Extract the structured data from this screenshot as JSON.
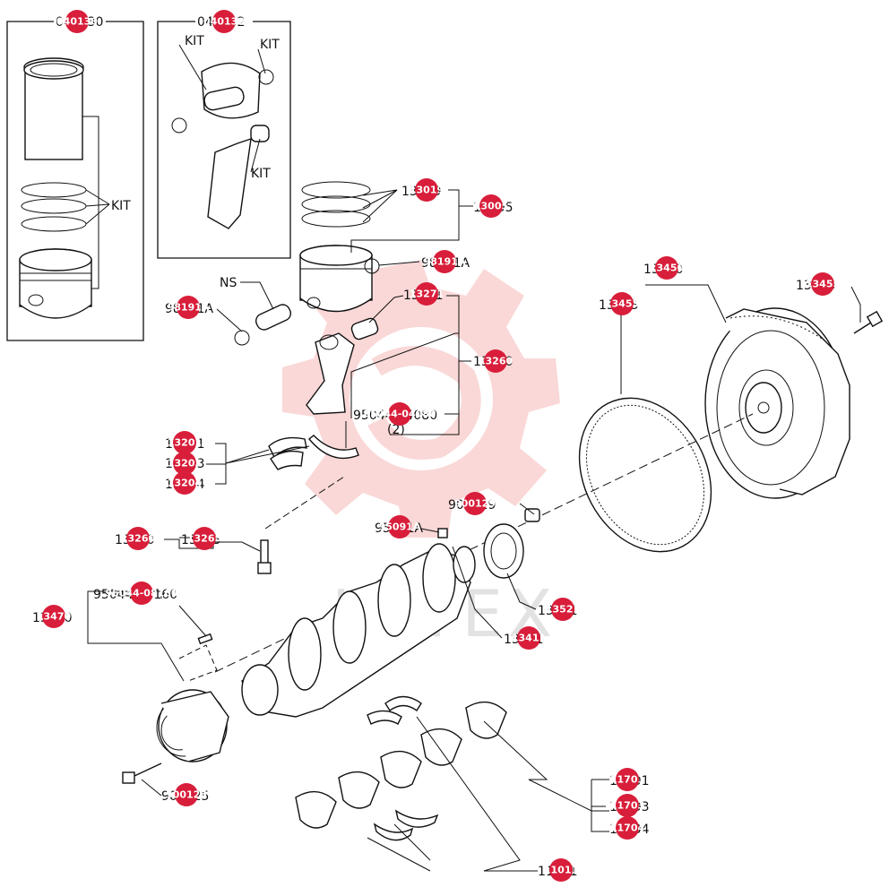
{
  "watermark_color": "#f6b8b8",
  "badge_color": "#d81e3a",
  "labels": {
    "kit_040130": "040130",
    "kit_040132": "040132",
    "kit1": "KIT",
    "kit2": "KIT",
    "kit3": "KIT",
    "kit4": "KIT",
    "rings": "13019",
    "piston_assy": "13005",
    "pin_clip_right": "98191A",
    "ns": "NS",
    "pin_clip_left": "98191A",
    "bush": "13271",
    "conrod_assy": "13260",
    "conrod_pin": "95044-04080",
    "conrod_pin_qty": "(2)",
    "bearing_1": "13201",
    "bearing_2": "13203",
    "bearing_3": "13204",
    "conrod_bolt_1": "13260",
    "conrod_bolt_2": "13265",
    "flywheel_assy": "13450",
    "ring_gear": "13453",
    "flywheel_bolt": "13455",
    "dowel_1": "900129",
    "key": "95091A",
    "crank_gear": "13521",
    "crankshaft": "13411",
    "pulley": "13470",
    "pulley_pin": "95044-08160",
    "pulley_bolt": "900125",
    "thrust_1": "11701",
    "thrust_2": "11703",
    "thrust_3": "11704",
    "main_bearing": "11011"
  },
  "badges": {
    "b1": "040130",
    "b2": "040132",
    "b3": "13019",
    "b4": "13005",
    "b5": "98191A",
    "b6": "98191A",
    "b7": "13271",
    "b8": "13260",
    "b9": "95044-04080",
    "b10": "13201",
    "b11": "13203",
    "b12": "13204",
    "b13": "13260",
    "b14": "13265",
    "b15": "13450",
    "b16": "13453",
    "b17": "13455",
    "b18": "900129",
    "b19": "95091A",
    "b20": "13521",
    "b21": "13411",
    "b22": "13470",
    "b23": "95044-08160",
    "b24": "900125",
    "b25": "11701",
    "b26": "11703",
    "b27": "11704",
    "b28": "11011"
  }
}
